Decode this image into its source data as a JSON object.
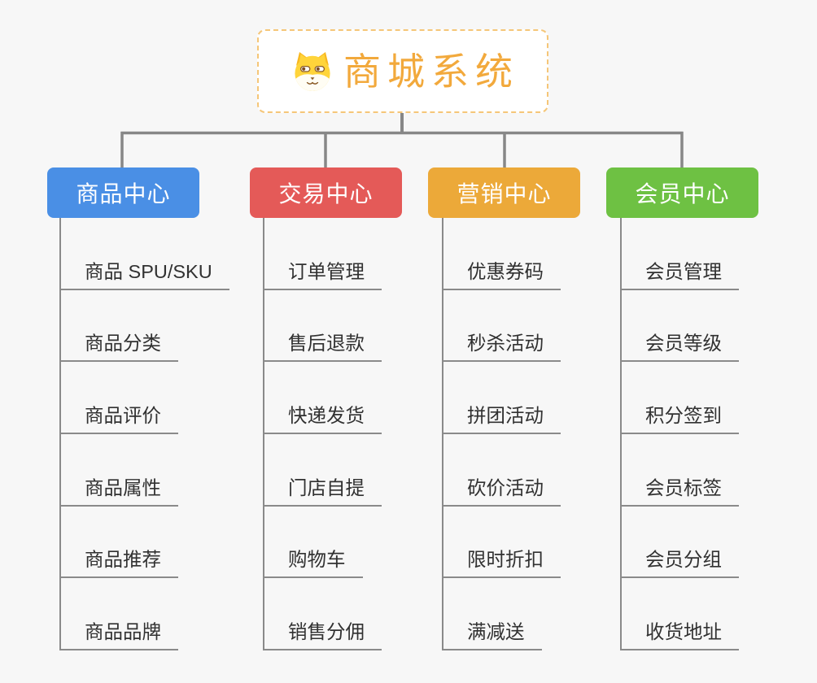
{
  "page": {
    "background_color": "#f7f7f7",
    "connector_color": "#878787"
  },
  "root": {
    "title": "商城系统",
    "icon": "shiba-dog-icon",
    "title_color": "#f2a93c",
    "border_color": "#f5c678"
  },
  "branches": [
    {
      "label": "商品中心",
      "color": "#4a8fe5",
      "items": [
        "商品 SPU/SKU",
        "商品分类",
        "商品评价",
        "商品属性",
        "商品推荐",
        "商品品牌"
      ]
    },
    {
      "label": "交易中心",
      "color": "#e45a58",
      "items": [
        "订单管理",
        "售后退款",
        "快递发货",
        "门店自提",
        "购物车",
        "销售分佣"
      ]
    },
    {
      "label": "营销中心",
      "color": "#eca939",
      "items": [
        "优惠券码",
        "秒杀活动",
        "拼团活动",
        "砍价活动",
        "限时折扣",
        "满减送"
      ]
    },
    {
      "label": "会员中心",
      "color": "#6ec143",
      "items": [
        "会员管理",
        "会员等级",
        "积分签到",
        "会员标签",
        "会员分组",
        "收货地址"
      ]
    }
  ]
}
